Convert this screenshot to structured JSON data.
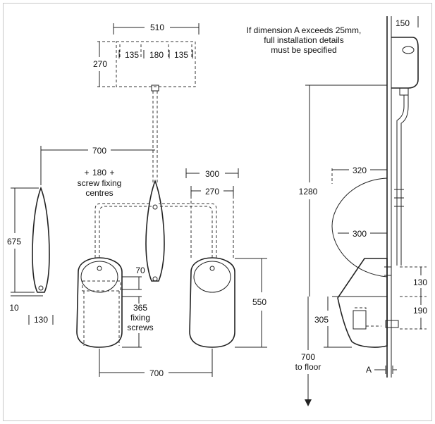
{
  "note": {
    "line1": "If dimension A exceeds 25mm,",
    "line2": "full installation details",
    "line3": "must be specified"
  },
  "dims": {
    "cistern_width": "510",
    "cistern_spacing_left": "135",
    "cistern_spacing_mid": "180",
    "cistern_spacing_right": "135",
    "cistern_height": "270",
    "divider_spacing": "700",
    "screw_fixing": "180",
    "screw_fixing_l1": "screw fixing",
    "screw_fixing_l2": "centres",
    "bowl_width": "300",
    "bowl_inner": "270",
    "divider_height": "675",
    "divider_base": "10",
    "divider_width": "130",
    "screw_offset": "70",
    "fixing_height": "365",
    "fixing_l1": "fixing",
    "fixing_l2": "screws",
    "bowl_height": "550",
    "bowl_spacing": "700",
    "side_total_height": "1280",
    "side_depth_outer": "320",
    "side_depth_inner": "300",
    "side_depth_top": "150",
    "side_130": "130",
    "side_190": "190",
    "side_305": "305",
    "floor_value": "700",
    "floor_text": "to floor",
    "dim_a": "A"
  }
}
